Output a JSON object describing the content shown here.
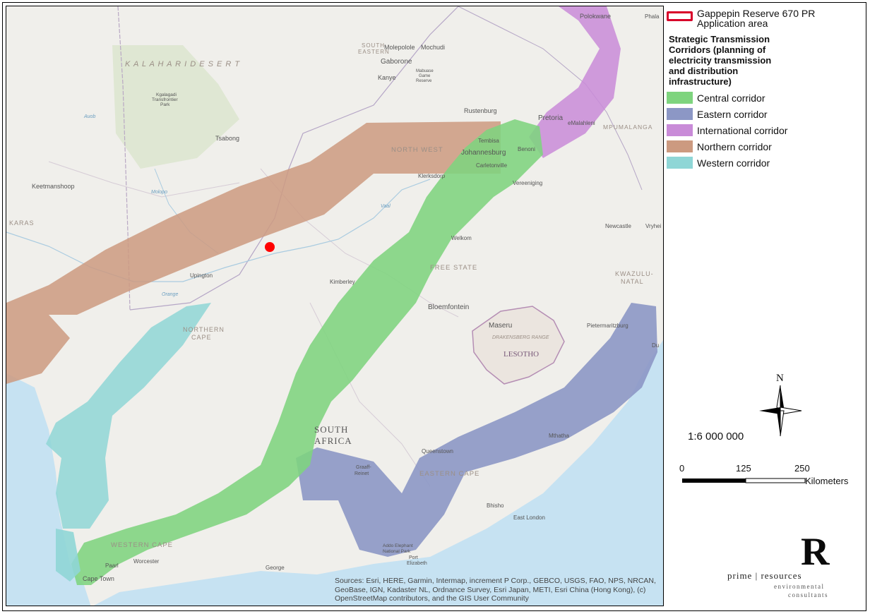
{
  "map": {
    "country_label": [
      "SOUTH",
      "AFRICA"
    ],
    "region_labels": {
      "kalahari": "K A L A H A R I   D E S E R T",
      "north_west": "NORTH WEST",
      "free_state": "FREE STATE",
      "northern_cape": [
        "NORTHERN",
        "CAPE"
      ],
      "western_cape": "WESTERN CAPE",
      "eastern_cape": "EASTERN CAPE",
      "kwazulu": [
        "KWAZULU-",
        "NATAL"
      ],
      "mpumalanga": "MPUMALANGA",
      "lesotho": "LESOTHO",
      "karas": "KARAS",
      "south_eastern": [
        "SOUTH",
        "EASTERN"
      ],
      "drakensberg": "DRAKENSBERG RANGE"
    },
    "places": {
      "pretoria": "Pretoria",
      "johannesburg": "Johannesburg",
      "rustenburg": "Rustenburg",
      "polokwane": "Polokwane",
      "emalahleni": "eMalahleni",
      "gaborone": "Gaborone",
      "molepolole": "Molepolole",
      "mochudi": "Mochudi",
      "kanye": "Kanye",
      "tsabong": "Tsabong",
      "keetmanshoop": "Keetmanshoop",
      "klerksdorp": "Klerksdorp",
      "vereeniging": "Vereeniging",
      "carletonville": "Carletonville",
      "tembisa": "Tembisa",
      "benoni": "Benoni",
      "welkom": "Welkom",
      "kimberley": "Kimberley",
      "bloemfontein": "Bloemfontein",
      "maseru": "Maseru",
      "newcastle": "Newcastle",
      "vryheid": "Vryhei",
      "pietermaritzburg": "Pietermaritzburg",
      "durban": "Du",
      "upington": "Upington",
      "mthatha": "Mthatha",
      "queenstown": "Queenstown",
      "graaff_reinet": [
        "Graaff-",
        "Reinet"
      ],
      "bhisho": "Bhisho",
      "east_london": "East London",
      "addo": [
        "Addo Elephant",
        "National Park"
      ],
      "port_elizabeth": [
        "Port",
        "Elizabeth"
      ],
      "george": "George",
      "worcester": "Worcester",
      "paarl": "Paarl",
      "cape_town": "Cape Town",
      "kgalagadi": [
        "Kgalagadi",
        "Transfrontier",
        "Park"
      ],
      "auob": "Auob",
      "molopo": "Molopo",
      "orange": "Orange",
      "vaal": "Vaal",
      "mabuasehube": [
        "Mabuase",
        "Game",
        "Reserve"
      ],
      "phala": "Phala"
    },
    "attribution": "Sources: Esri, HERE, Garmin, Intermap, increment P Corp., GEBCO, USGS, FAO, NPS, NRCAN, GeoBase, IGN, Kadaster NL, Ordnance Survey, Esri Japan, METI, Esri China (Hong Kong), (c) OpenStreetMap contributors, and the GIS User Community"
  },
  "legend": {
    "application_area": [
      "Gappepin Reserve 670 PR",
      "Application area"
    ],
    "corridors_title": "Strategic Transmission Corridors (planning of electricity transmission and distribution infrastructure)",
    "items": [
      {
        "label": "Central corridor",
        "color": "#7ed47e"
      },
      {
        "label": "Eastern corridor",
        "color": "#8c97c5"
      },
      {
        "label": "International corridor",
        "color": "#c98bd8"
      },
      {
        "label": "Northern corridor",
        "color": "#cc9a80"
      },
      {
        "label": "Western corridor",
        "color": "#8fd6d6"
      }
    ],
    "application_color": "#d8002a"
  },
  "scale": {
    "ratio": "1:6 000 000",
    "ticks": [
      "0",
      "125",
      "250"
    ],
    "unit": "Kilometers"
  },
  "north_label": "N",
  "logo": {
    "letter": "R",
    "name_left": "prime",
    "name_sep": "|",
    "name_right": "resources",
    "sub1": "environmental",
    "sub2": "consultants"
  }
}
